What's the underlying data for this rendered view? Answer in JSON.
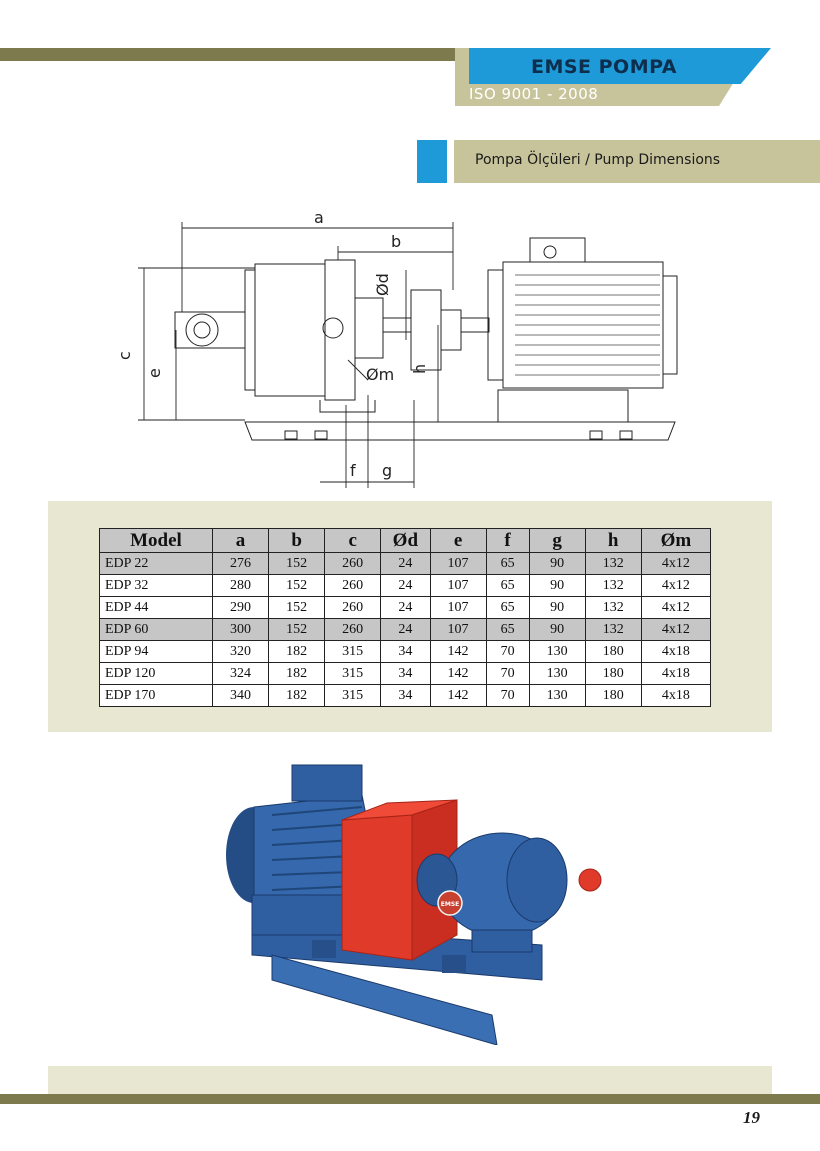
{
  "header": {
    "brand": "EMSE POMPA",
    "iso": "ISO 9001 - 2008"
  },
  "section": {
    "title": "Pompa Ölçüleri / Pump Dimensions"
  },
  "diagram": {
    "labels": {
      "a": "a",
      "b": "b",
      "c": "c",
      "d": "Ød",
      "e": "e",
      "f": "f",
      "g": "g",
      "h": "h",
      "m": "Øm"
    }
  },
  "table": {
    "headers": [
      "Model",
      "a",
      "b",
      "c",
      "Ød",
      "e",
      "f",
      "g",
      "h",
      "Øm"
    ],
    "rows": [
      [
        "EDP 22",
        "276",
        "152",
        "260",
        "24",
        "107",
        "65",
        "90",
        "132",
        "4x12"
      ],
      [
        "EDP 32",
        "280",
        "152",
        "260",
        "24",
        "107",
        "65",
        "90",
        "132",
        "4x12"
      ],
      [
        "EDP 44",
        "290",
        "152",
        "260",
        "24",
        "107",
        "65",
        "90",
        "132",
        "4x12"
      ],
      [
        "EDP 60",
        "300",
        "152",
        "260",
        "24",
        "107",
        "65",
        "90",
        "132",
        "4x12"
      ],
      [
        "EDP 94",
        "320",
        "182",
        "315",
        "34",
        "142",
        "70",
        "130",
        "180",
        "4x18"
      ],
      [
        "EDP 120",
        "324",
        "182",
        "315",
        "34",
        "142",
        "70",
        "130",
        "180",
        "4x18"
      ],
      [
        "EDP 170",
        "340",
        "182",
        "315",
        "34",
        "142",
        "70",
        "130",
        "180",
        "4x18"
      ]
    ]
  },
  "photo": {
    "logo_text": "EMSE"
  },
  "footer": {
    "page_number": "19"
  },
  "colors": {
    "accent_blue": "#1e9ad8",
    "olive_dark": "#7d7a4e",
    "olive_light": "#c7c49b",
    "panel": "#e8e8d2",
    "pump_blue": "#2f5fa0",
    "guard_red": "#e03a2a"
  }
}
